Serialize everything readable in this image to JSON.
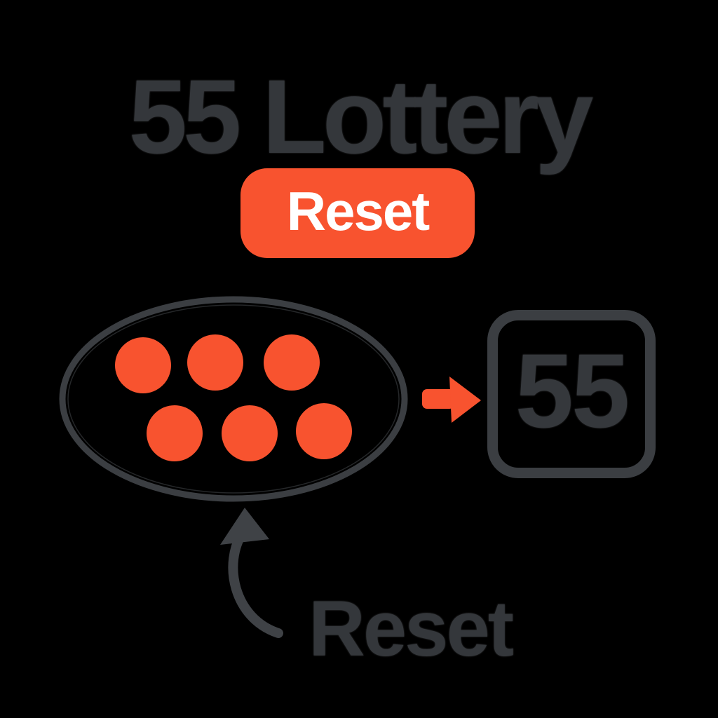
{
  "page": {
    "background": "#000000",
    "heading_color": "#34373B"
  },
  "title": {
    "text": "55 Lottery"
  },
  "reset_button": {
    "label": "Reset",
    "background": "#F8532F",
    "text_color": "#FFFFFF"
  },
  "diagram": {
    "pool": {
      "shape": "ellipse",
      "outline_color": "#3B3E42",
      "ball_count": 6,
      "ball_color": "#F8532F"
    },
    "flow_arrow": {
      "direction": "right",
      "color": "#F8532F"
    },
    "result_box": {
      "value": "55",
      "outline_color": "#3B3E42",
      "text_color": "#35383C"
    },
    "annotation": {
      "label": "Reset",
      "arrow_color": "#3F4246",
      "text_color": "#34373B"
    }
  }
}
